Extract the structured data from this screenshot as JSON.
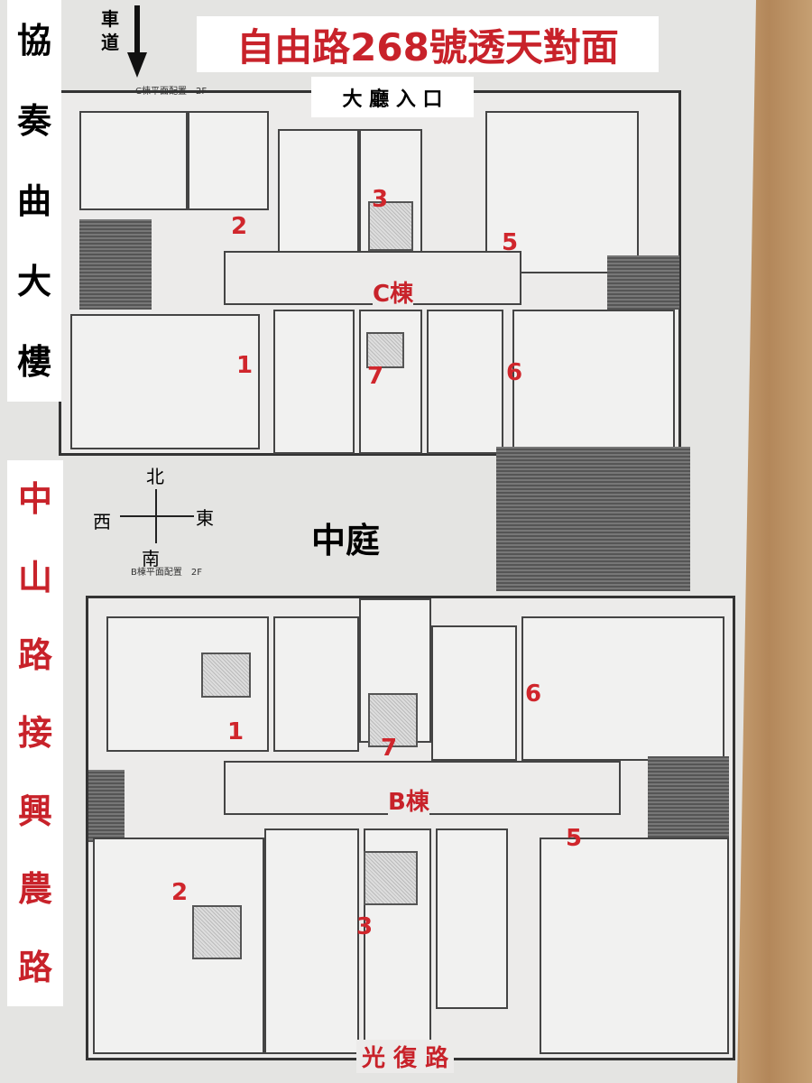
{
  "labels": {
    "building_name": [
      "協",
      "奏",
      "曲",
      "大",
      "樓"
    ],
    "west_road": [
      "中",
      "山",
      "路",
      "接",
      "興",
      "農",
      "路"
    ],
    "top_title": "自由路268號透天對面",
    "lobby_entrance": "大 廳 入 口",
    "driveway": [
      "車",
      "道"
    ],
    "south_road": "光 復 路",
    "courtyard": "中庭"
  },
  "compass": {
    "north": "北",
    "south": "南",
    "east": "東",
    "west": "西"
  },
  "building_c": {
    "caption": "C棟平面配置　2F",
    "name": "C棟",
    "units": [
      "2",
      "3",
      "5",
      "1",
      "7",
      "6"
    ]
  },
  "building_b": {
    "caption": "B棟平面配置　2F",
    "name": "B棟",
    "units": [
      "1",
      "7",
      "6",
      "5",
      "2",
      "3"
    ]
  },
  "colors": {
    "accent_red": "#c8222a",
    "wood": "#b98e62"
  }
}
